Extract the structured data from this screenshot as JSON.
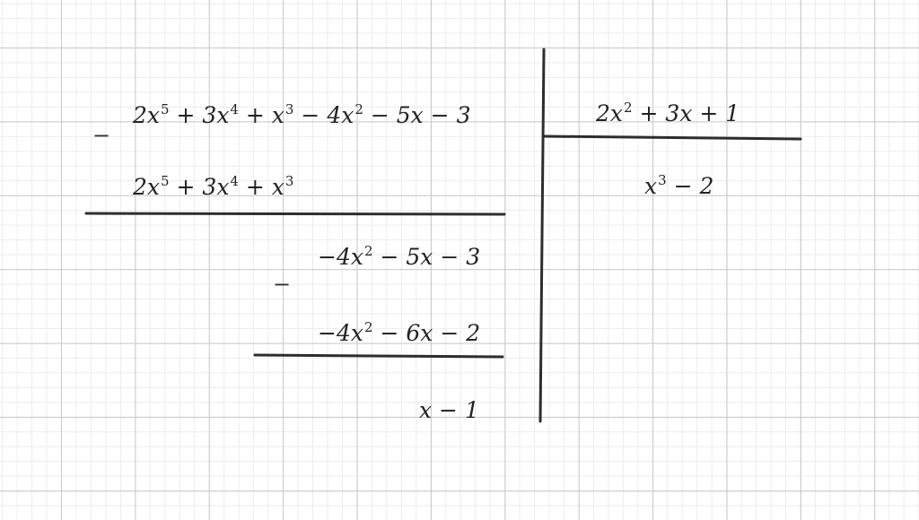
{
  "dividend": {
    "c5": "2",
    "c4": "3",
    "c3": "",
    "c2": "4",
    "c1": "5",
    "c0": "3"
  },
  "divisor": {
    "c2": "2",
    "c1": "3",
    "c0": "1"
  },
  "quotient": {
    "c3": "",
    "c0": "2"
  },
  "subtraction_1": {
    "c5": "2",
    "c4": "3",
    "c3": ""
  },
  "remainder_1": {
    "c2": "−4",
    "c1": "5",
    "c0": "3"
  },
  "subtraction_2": {
    "c2": "−4",
    "c1": "6",
    "c0": "2"
  },
  "remainder_final": {
    "c1": "",
    "c0": "1"
  },
  "variable": "x",
  "operators": {
    "minus_sign": "−"
  }
}
